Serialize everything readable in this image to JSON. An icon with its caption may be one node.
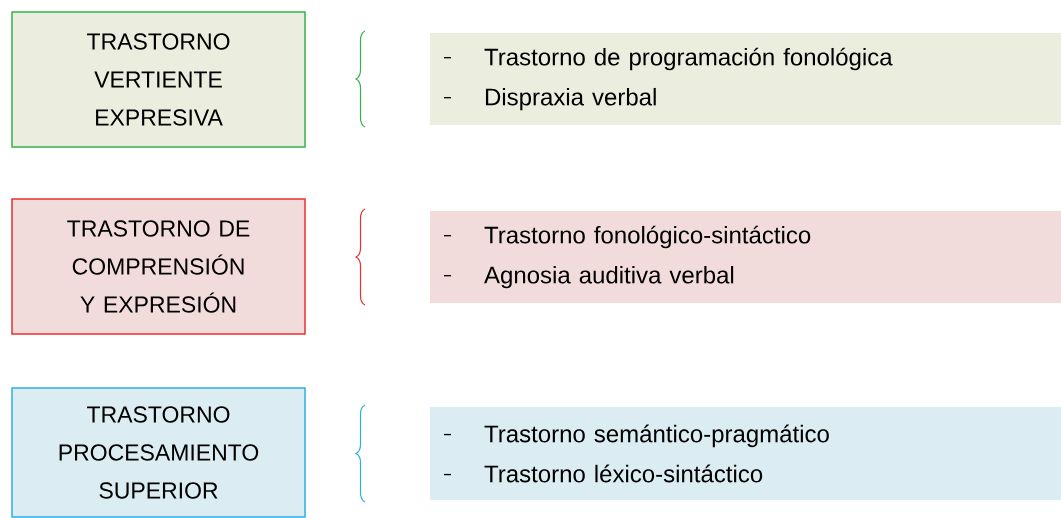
{
  "diagram": {
    "nodes": [
      {
        "text": [
          "TRASTORNO VERTIENTE EXPRESIVA"
        ]
      },
      {
        "text": [
          "TRASTORNO DE COMPRENSIÓN Y EXPRESIÓN"
        ]
      },
      {
        "text": [
          "TRASTORNO PROCESAMIENTO SUPERIOR"
        ]
      },
      {
        "text": [
          "Trastorno de programación fonológica",
          "Dispraxia verbal"
        ]
      },
      {
        "text": [
          "Trastorno fonológico-sintáctico",
          "Agnosia auditiva verbal"
        ]
      },
      {
        "text": [
          "Trastorno semántico-pragmático",
          "Trastorno léxico-sintáctico"
        ]
      }
    ]
  }
}
